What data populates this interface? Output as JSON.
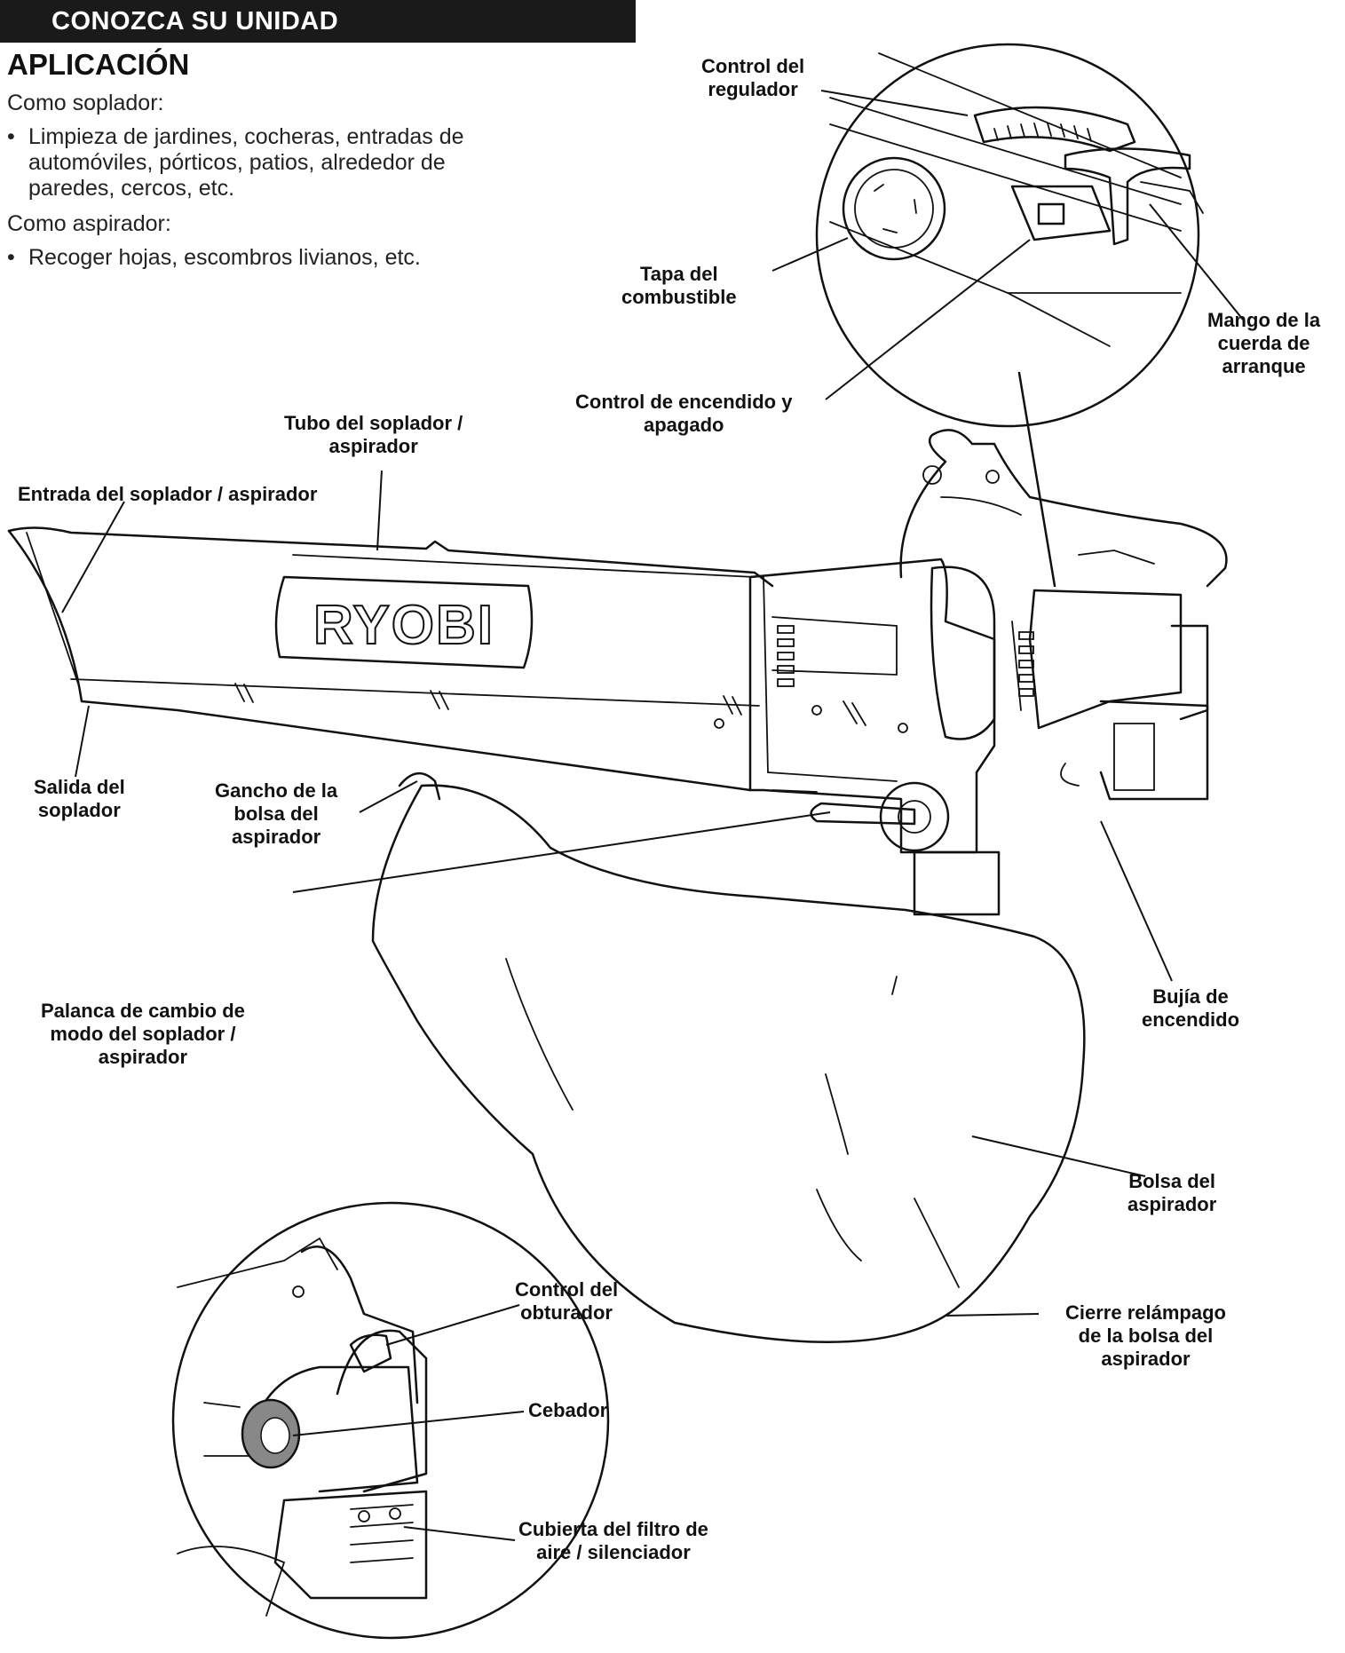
{
  "header": {
    "title": "CONOZCA SU UNIDAD"
  },
  "application": {
    "title": "APLICACIÓN",
    "blower_heading": "Como soplador:",
    "blower_bullet": [
      "Limpieza de jardines, cocheras, entradas de",
      "automóviles, pórticos, patios, alrededor de",
      "paredes, cercos, etc."
    ],
    "vacuum_heading": "Como aspirador:",
    "vacuum_bullet": [
      "Recoger hojas, escombros livianos, etc."
    ]
  },
  "brand": "RYOBI",
  "labels": {
    "throttle": [
      "Control del",
      "regulador"
    ],
    "fuel_cap": [
      "Tapa del",
      "combustible"
    ],
    "starter_handle": [
      "Mango de la",
      "cuerda de",
      "arranque"
    ],
    "on_off": [
      "Control de encendido y",
      "apagado"
    ],
    "tube": [
      "Tubo del soplador /",
      "aspirador"
    ],
    "inlet": [
      "Entrada del soplador / aspirador"
    ],
    "outlet": [
      "Salida del",
      "soplador"
    ],
    "bag_hook": [
      "Gancho de la",
      "bolsa del",
      "aspirador"
    ],
    "mode_lever": [
      "Palanca de cambio de",
      "modo del soplador /",
      "aspirador"
    ],
    "spark_plug": [
      "Bujía de",
      "encendido"
    ],
    "vacuum_bag": [
      "Bolsa del",
      "aspirador"
    ],
    "choke": [
      "Control del",
      "obturador"
    ],
    "zipper": [
      "Cierre relámpago",
      "de la bolsa del",
      "aspirador"
    ],
    "primer": [
      "Cebador"
    ],
    "air_filter": [
      "Cubierta del filtro de",
      "aire / silenciador"
    ]
  }
}
